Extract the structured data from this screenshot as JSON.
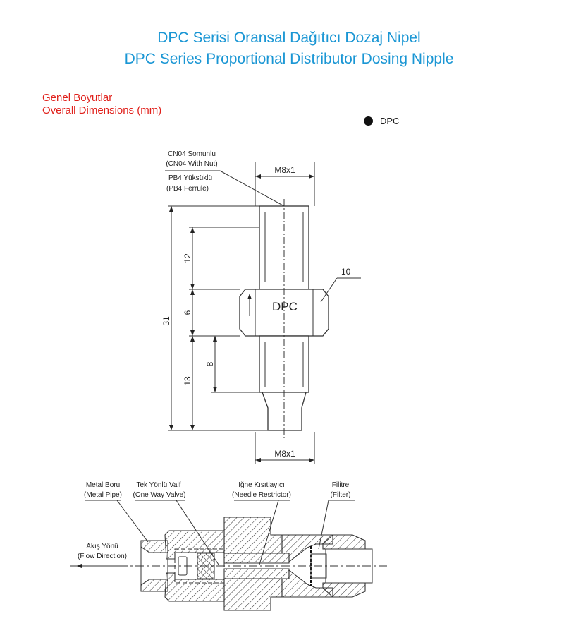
{
  "header": {
    "title_tr": "DPC Serisi Oransal Dağıtıcı Dozaj Nipel",
    "title_en": "DPC  Series Proportional Distributor Dosing Nipple"
  },
  "section": {
    "heading_tr": "Genel Boyutlar",
    "heading_en": "Overall Dimensions (mm)"
  },
  "legend": {
    "label": "DPC"
  },
  "dimension_drawing": {
    "callout_nut_tr": "CN04 Somunlu",
    "callout_nut_en": "(CN04 With Nut)",
    "callout_ferrule_tr": "PB4 Yüksüklü",
    "callout_ferrule_en": "(PB4 Ferrule)",
    "thread_top": "M8x1",
    "thread_bottom": "M8x1",
    "hex_label": "DPC",
    "hex_size": "10",
    "dim_total": "31",
    "dim_upper": "12",
    "dim_hex": "6",
    "dim_lower": "13",
    "dim_thread": "8"
  },
  "section_drawing": {
    "metal_pipe_tr": "Metal Boru",
    "metal_pipe_en": "(Metal Pipe)",
    "valve_tr": "Tek Yönlü Valf",
    "valve_en": "(One Way Valve)",
    "needle_tr": "İğne Kısıtlayıcı",
    "needle_en": "(Needle Restrictor)",
    "filter_tr": "Filitre",
    "filter_en": "(Filter)",
    "flow_tr": "Akış Yönü",
    "flow_en": "(Flow Direction)"
  }
}
